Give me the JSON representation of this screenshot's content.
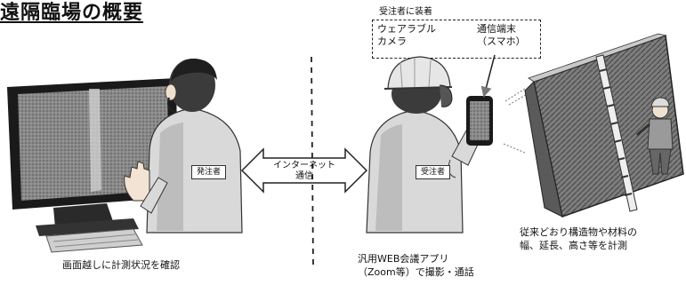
{
  "title": "遠隔臨場の概要",
  "top_label": "受注者に装着",
  "devices": {
    "wearable": "ウェアラブル\nカメラ",
    "phone": "通信端末\n（スマホ）"
  },
  "vest_labels": {
    "client": "発注者",
    "contractor": "受注者"
  },
  "connection": {
    "line1": "インターネット",
    "line2": "通信"
  },
  "captions": {
    "client": "画面越しに計測状況を確認",
    "contractor": "汎用WEB会議アプリ\n（Zoom等）で撮影・通話",
    "site": "従来どおり構造物や材料の\n幅、延長、高さ等を計測"
  }
}
